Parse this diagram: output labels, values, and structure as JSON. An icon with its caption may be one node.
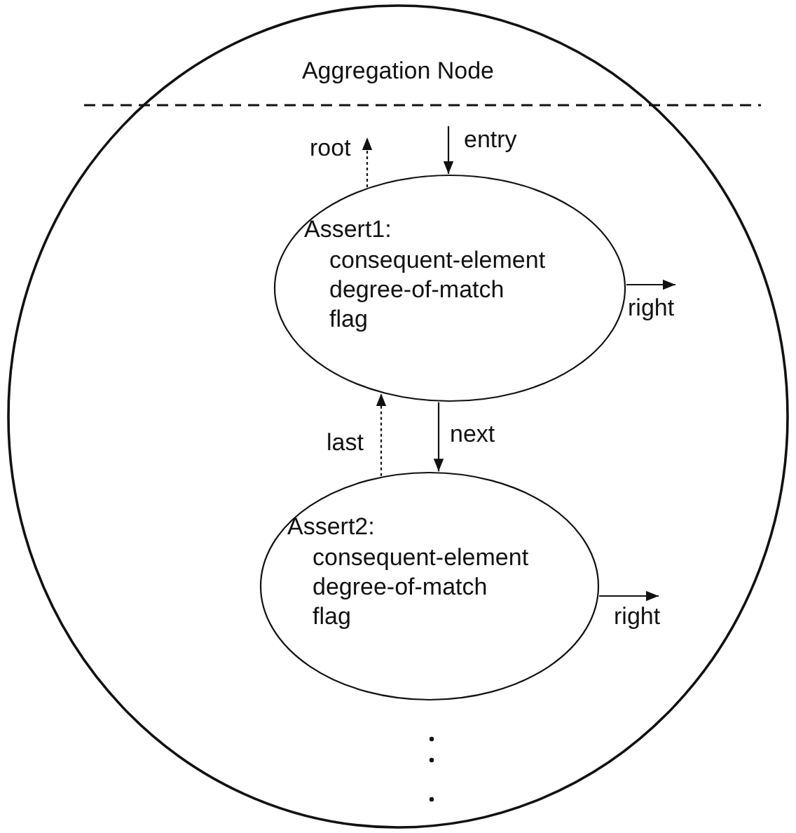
{
  "diagram": {
    "nodes": [
      {
        "text": [
          "Aggregation Node"
        ]
      },
      {
        "text": [
          "Assert1:",
          "consequent-element",
          "degree-of-match",
          "flag"
        ],
        "in": 0
      },
      {
        "text": [
          "Assert2:",
          "consequent-element",
          "degree-of-match",
          "flag"
        ],
        "in": 0
      }
    ],
    "edges": [
      {
        "from": 1,
        "to": null,
        "arrow": "to",
        "label": "root",
        "style": "dashed"
      },
      {
        "from": null,
        "to": 1,
        "arrow": "to",
        "label": "entry"
      },
      {
        "from": 1,
        "to": null,
        "arrow": "to",
        "label": "right"
      },
      {
        "from": 2,
        "to": 1,
        "arrow": "to",
        "label": "last",
        "style": "dashed"
      },
      {
        "from": 1,
        "to": 2,
        "arrow": "to",
        "label": "next"
      },
      {
        "from": 2,
        "to": null,
        "arrow": "to",
        "label": "right"
      }
    ]
  }
}
